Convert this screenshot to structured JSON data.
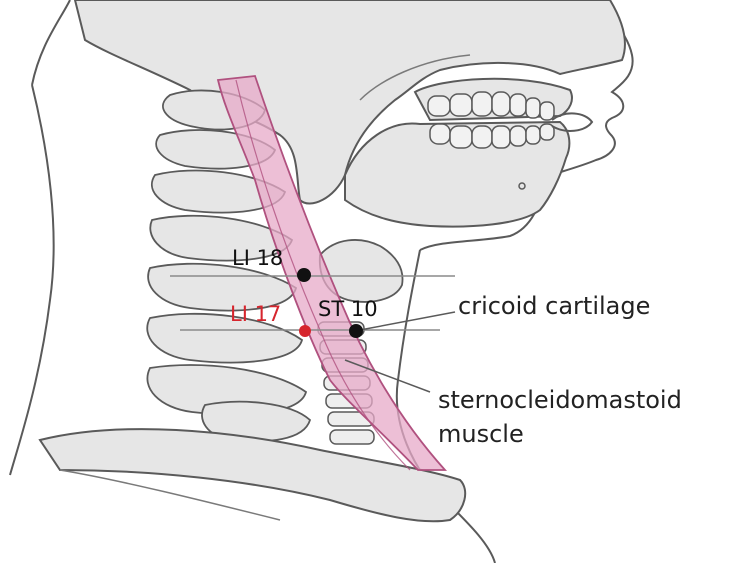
{
  "diagram": {
    "points": [
      {
        "id": "li18",
        "label": "LI 18",
        "color": "#111111"
      },
      {
        "id": "li17",
        "label": "LI 17",
        "color": "#d6252d"
      },
      {
        "id": "st10",
        "label": "ST 10",
        "color": "#111111"
      }
    ],
    "callouts": {
      "cricoid": "cricoid cartilage",
      "scm_line1": "sternocleidomastoid",
      "scm_line2": "muscle"
    },
    "colors": {
      "bone_fill": "#e6e6e6",
      "outline": "#5a5a5a",
      "muscle_fill": "#e7a9c8",
      "muscle_stroke": "#b0517f",
      "point_black": "#111111",
      "point_red": "#d6252d"
    }
  }
}
